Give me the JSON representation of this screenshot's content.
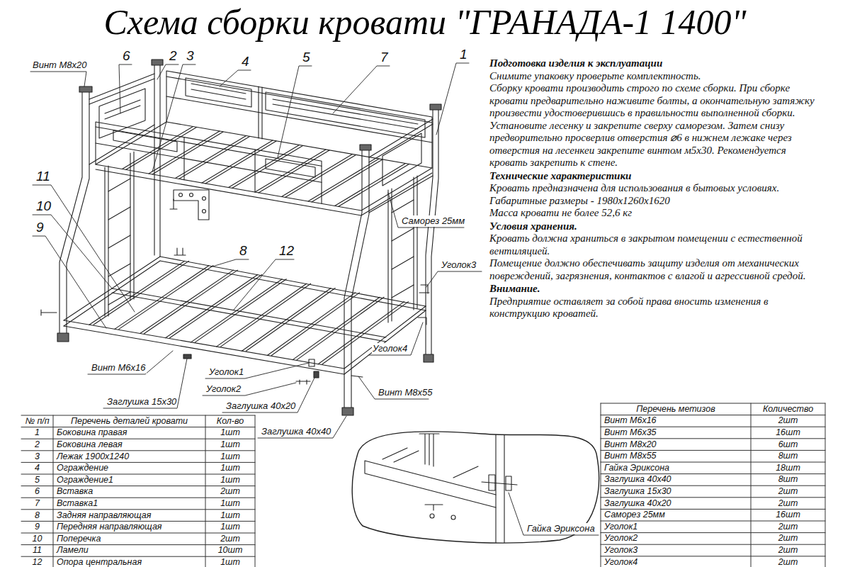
{
  "diagram": {
    "title": "Схема сборки кровати \"ГРАНАДА-1 1400\"",
    "labels": [
      "Винт М8х20",
      "6",
      "2",
      "3",
      "4",
      "5",
      "7",
      "1",
      "11",
      "10",
      "9",
      "8",
      "12",
      "Саморез 25мм",
      "Уголок3",
      "Уголок4",
      "Винт М6х16",
      "Уголок1",
      "Уголок2",
      "Заглушка 15х30",
      "Заглушка 40х20",
      "Винт М8х55",
      "Заглушка 40х40",
      "Гайка Эриксона",
      "Подготовка изделия к эксплуатации",
      "Снимите упаковку проверьте комплектность.",
      "Сборку кровати производить строго по схеме сборки. При сборке кровати предварительно наживите болты, а окончательную затяжку произвести удостоверившись в правильности выполненной сборки. Установите лесенку и закрепите сверху саморезом. Затем снизу предворительно просверлив отверстия ⌀6 в нижнем лежаке через отверстия на лесенкеи закрепите винтом м5х30. Рекомендуется кровать закрепить к стене.",
      "Технические характеристики",
      "Кровать предназначена для использования в бытовых условиях.",
      "Габаритные размеры - 1980х1260х1620",
      "Масса кровати не более 52,6 кг",
      "Условия хранения.",
      "Кровать должна храниться в закрытом помещении с естественной вентиляцией.",
      "Помещение должно обеспечивать защиту изделия от механических повреждений, загрязнения, контактов с влагой и агрессивной средой.",
      "Внимание.",
      "Предприятие оставляет за собой права вносить изменения в конструкцию кроватей.",
      "№ п/п",
      "Перечень деталей кровати",
      "Кол-во",
      "1",
      "Боковина правая",
      "1шт",
      "2",
      "Боковина левая",
      "1шт",
      "3",
      "Лежак 1900х1240",
      "1шт",
      "4",
      "Ограждение",
      "1шт",
      "5",
      "Ограждение1",
      "1шт",
      "6",
      "Вставка",
      "2шт",
      "7",
      "Вставка1",
      "1шт",
      "8",
      "Задняя направляющая",
      "1шт",
      "9",
      "Передняя направляющая",
      "1шт",
      "10",
      "Поперечка",
      "2шт",
      "11",
      "Ламели",
      "10шт",
      "12",
      "Опора центральная",
      "1шт",
      "Перечень метизов",
      "Количество",
      "Винт М6х16",
      "2шт",
      "Винт М6х35",
      "16шт",
      "Винт М8х20",
      "6шт",
      "Винт М8х55",
      "8шт",
      "Гайка Эриксона",
      "18шт",
      "Заглушка 40х40",
      "8шт",
      "Заглушка 15х30",
      "2шт",
      "Заглушка 40х20",
      "2шт",
      "Саморез 25мм",
      "16шт",
      "Уголок1",
      "2шт",
      "Уголок2",
      "2шт",
      "Уголок3",
      "2шт",
      "Уголок4",
      "2шт"
    ]
  }
}
